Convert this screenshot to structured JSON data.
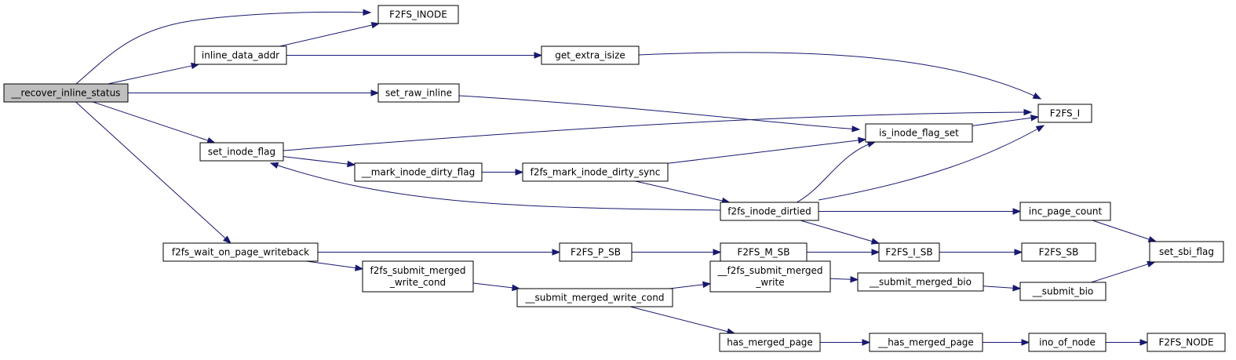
{
  "colors": {
    "edge": "#191970",
    "root_fill": "#bfbfbf",
    "node_fill": "#ffffff",
    "node_border": "#000000"
  },
  "nodes": {
    "recover": {
      "label": [
        "__recover_inline_status"
      ],
      "root": true
    },
    "inline_data_addr": {
      "label": [
        "inline_data_addr"
      ]
    },
    "f2fs_inode": {
      "label": [
        "F2FS_INODE"
      ]
    },
    "get_extra_isize": {
      "label": [
        "get_extra_isize"
      ]
    },
    "f2fs_i": {
      "label": [
        "F2FS_I"
      ]
    },
    "set_raw_inline": {
      "label": [
        "set_raw_inline"
      ]
    },
    "is_inode_flag_set": {
      "label": [
        "is_inode_flag_set"
      ]
    },
    "set_inode_flag": {
      "label": [
        "set_inode_flag"
      ]
    },
    "mark_inode_dirty_flag": {
      "label": [
        "__mark_inode_dirty_flag"
      ]
    },
    "mark_inode_dirty_sync": {
      "label": [
        "f2fs_mark_inode_dirty_sync"
      ]
    },
    "inode_dirtied": {
      "label": [
        "f2fs_inode_dirtied"
      ]
    },
    "inc_page_count": {
      "label": [
        "inc_page_count"
      ]
    },
    "set_sbi_flag": {
      "label": [
        "set_sbi_flag"
      ]
    },
    "wait_on_page_writeback": {
      "label": [
        "f2fs_wait_on_page_writeback"
      ]
    },
    "f2fs_p_sb": {
      "label": [
        "F2FS_P_SB"
      ]
    },
    "f2fs_m_sb": {
      "label": [
        "F2FS_M_SB"
      ]
    },
    "f2fs_i_sb": {
      "label": [
        "F2FS_I_SB"
      ]
    },
    "f2fs_sb": {
      "label": [
        "F2FS_SB"
      ]
    },
    "submit_merged_write_cond": {
      "label": [
        "f2fs_submit_merged",
        "_write_cond"
      ]
    },
    "__submit_merged_write_cond": {
      "label": [
        "__submit_merged_write_cond"
      ]
    },
    "__f2fs_submit_merged_write": {
      "label": [
        "__f2fs_submit_merged",
        "_write"
      ]
    },
    "submit_merged_bio": {
      "label": [
        "__submit_merged_bio"
      ]
    },
    "submit_bio": {
      "label": [
        "__submit_bio"
      ]
    },
    "has_merged_page": {
      "label": [
        "has_merged_page"
      ]
    },
    "__has_merged_page": {
      "label": [
        "__has_merged_page"
      ]
    },
    "ino_of_node": {
      "label": [
        "ino_of_node"
      ]
    },
    "f2fs_node": {
      "label": [
        "F2FS_NODE"
      ]
    }
  },
  "edges": [
    [
      "recover",
      "f2fs_inode"
    ],
    [
      "recover",
      "inline_data_addr"
    ],
    [
      "recover",
      "set_raw_inline"
    ],
    [
      "recover",
      "set_inode_flag"
    ],
    [
      "recover",
      "wait_on_page_writeback"
    ],
    [
      "inline_data_addr",
      "f2fs_inode"
    ],
    [
      "inline_data_addr",
      "get_extra_isize"
    ],
    [
      "get_extra_isize",
      "f2fs_i"
    ],
    [
      "set_raw_inline",
      "is_inode_flag_set"
    ],
    [
      "is_inode_flag_set",
      "f2fs_i"
    ],
    [
      "set_inode_flag",
      "f2fs_i"
    ],
    [
      "set_inode_flag",
      "mark_inode_dirty_flag"
    ],
    [
      "mark_inode_dirty_flag",
      "mark_inode_dirty_sync"
    ],
    [
      "mark_inode_dirty_sync",
      "is_inode_flag_set"
    ],
    [
      "mark_inode_dirty_sync",
      "inode_dirtied"
    ],
    [
      "inode_dirtied",
      "set_inode_flag"
    ],
    [
      "inode_dirtied",
      "is_inode_flag_set"
    ],
    [
      "inode_dirtied",
      "f2fs_i"
    ],
    [
      "inode_dirtied",
      "inc_page_count"
    ],
    [
      "inode_dirtied",
      "f2fs_i_sb"
    ],
    [
      "inc_page_count",
      "set_sbi_flag"
    ],
    [
      "wait_on_page_writeback",
      "f2fs_p_sb"
    ],
    [
      "wait_on_page_writeback",
      "submit_merged_write_cond"
    ],
    [
      "f2fs_p_sb",
      "f2fs_m_sb"
    ],
    [
      "f2fs_m_sb",
      "f2fs_i_sb"
    ],
    [
      "f2fs_i_sb",
      "f2fs_sb"
    ],
    [
      "submit_merged_write_cond",
      "__submit_merged_write_cond"
    ],
    [
      "__submit_merged_write_cond",
      "__f2fs_submit_merged_write"
    ],
    [
      "__submit_merged_write_cond",
      "has_merged_page"
    ],
    [
      "__f2fs_submit_merged_write",
      "submit_merged_bio"
    ],
    [
      "submit_merged_bio",
      "submit_bio"
    ],
    [
      "submit_bio",
      "set_sbi_flag"
    ],
    [
      "has_merged_page",
      "__has_merged_page"
    ],
    [
      "__has_merged_page",
      "ino_of_node"
    ],
    [
      "ino_of_node",
      "f2fs_node"
    ]
  ]
}
